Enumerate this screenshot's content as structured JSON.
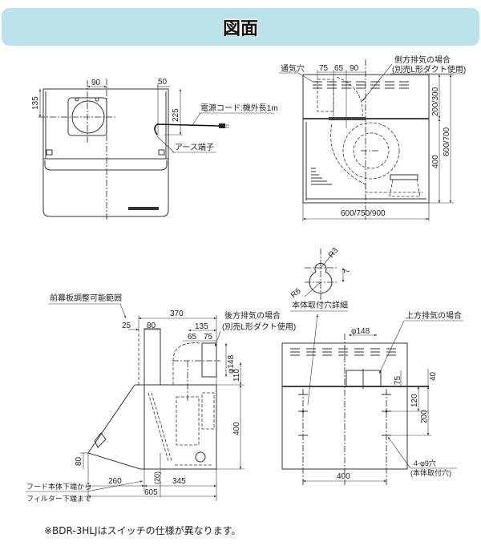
{
  "header": {
    "title": "図面"
  },
  "rear_view": {
    "dims": {
      "d90": "90",
      "d50": "50",
      "d135": "135",
      "d225": "225"
    },
    "labels": {
      "power_cord": "電源コード:機外長1m",
      "earth": "アース端子"
    }
  },
  "front_view": {
    "dims": {
      "d75": "75",
      "d65": "65",
      "d90": "90",
      "height_top": "200/300",
      "height_body": "400",
      "height_total": "600/700",
      "width": "600/750/900"
    },
    "labels": {
      "vent": "通気穴",
      "side_exhaust": "側方排気の場合",
      "side_exhaust_note": "(別売L形ダクト使用)"
    }
  },
  "side_view": {
    "dims": {
      "d370": "370",
      "d25": "25",
      "d80": "80",
      "d135": "135",
      "d65": "65",
      "d75": "75",
      "phi148": "φ148",
      "d110": "110",
      "d400": "400",
      "d80v": "80",
      "d260": "260",
      "d345": "345",
      "d605": "605",
      "d20": "(20)"
    },
    "labels": {
      "front_panel": "前幕板調整可能範囲",
      "rear_exhaust": "後方排気の場合",
      "rear_exhaust_note": "(別売L形ダクト使用)",
      "hood_bottom": "フード本体下端から",
      "filter_bottom": "フィルター下端まで"
    }
  },
  "mount_view": {
    "dims": {
      "phi148": "φ148",
      "d75": "75",
      "d40": "40",
      "d120": "120",
      "d200": "200",
      "d400": "400",
      "r3": "R3",
      "r6": "R6",
      "d7": "7"
    },
    "labels": {
      "hole_detail": "本体取付穴詳細",
      "top_exhaust": "上方排気の場合",
      "holes": "4-φ9穴",
      "holes_note": "(本体取付穴)"
    }
  },
  "footnote": "※BDR-3HLJはスイッチの仕様が異なります。",
  "colors": {
    "banner": "#bce2eb"
  }
}
